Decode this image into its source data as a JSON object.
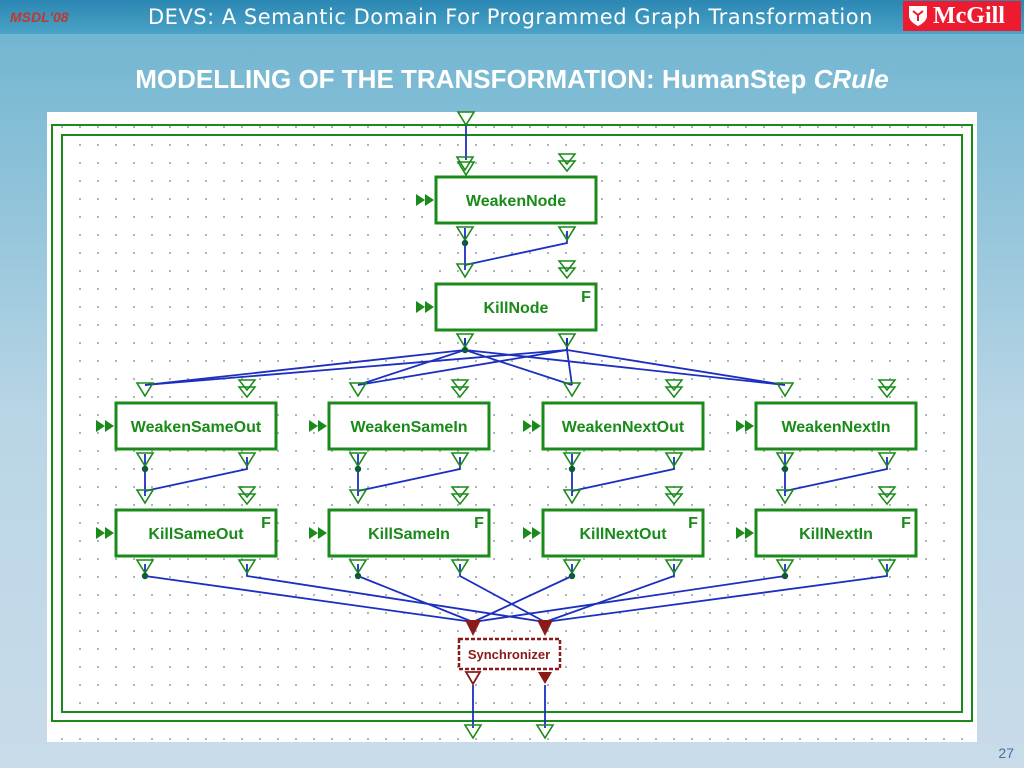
{
  "header": {
    "conference": "MSDL'08",
    "deck_title": "DEVS: A Semantic Domain For Programmed Graph Transformation",
    "logo_text": "McGill"
  },
  "slide": {
    "title_main": "MODELLING OF THE TRANSFORMATION: HumanStep ",
    "title_emph": "CRule",
    "page_number": "27"
  },
  "diagram": {
    "colors": {
      "block": "#1a8a1a",
      "wire": "#1c2fc0",
      "sync": "#8b1a1a",
      "frame": "#1a8a1a"
    },
    "blocks": [
      {
        "id": "weaken-node",
        "label": "WeakenNode",
        "flag": ""
      },
      {
        "id": "kill-node",
        "label": "KillNode",
        "flag": "F"
      },
      {
        "id": "weaken-same-out",
        "label": "WeakenSameOut",
        "flag": ""
      },
      {
        "id": "weaken-same-in",
        "label": "WeakenSameIn",
        "flag": ""
      },
      {
        "id": "weaken-next-out",
        "label": "WeakenNextOut",
        "flag": ""
      },
      {
        "id": "weaken-next-in",
        "label": "WeakenNextIn",
        "flag": ""
      },
      {
        "id": "kill-same-out",
        "label": "KillSameOut",
        "flag": "F"
      },
      {
        "id": "kill-same-in",
        "label": "KillSameIn",
        "flag": "F"
      },
      {
        "id": "kill-next-out",
        "label": "KillNextOut",
        "flag": "F"
      },
      {
        "id": "kill-next-in",
        "label": "KillNextIn",
        "flag": "F"
      }
    ],
    "synchronizer": {
      "label": "Synchronizer"
    }
  }
}
